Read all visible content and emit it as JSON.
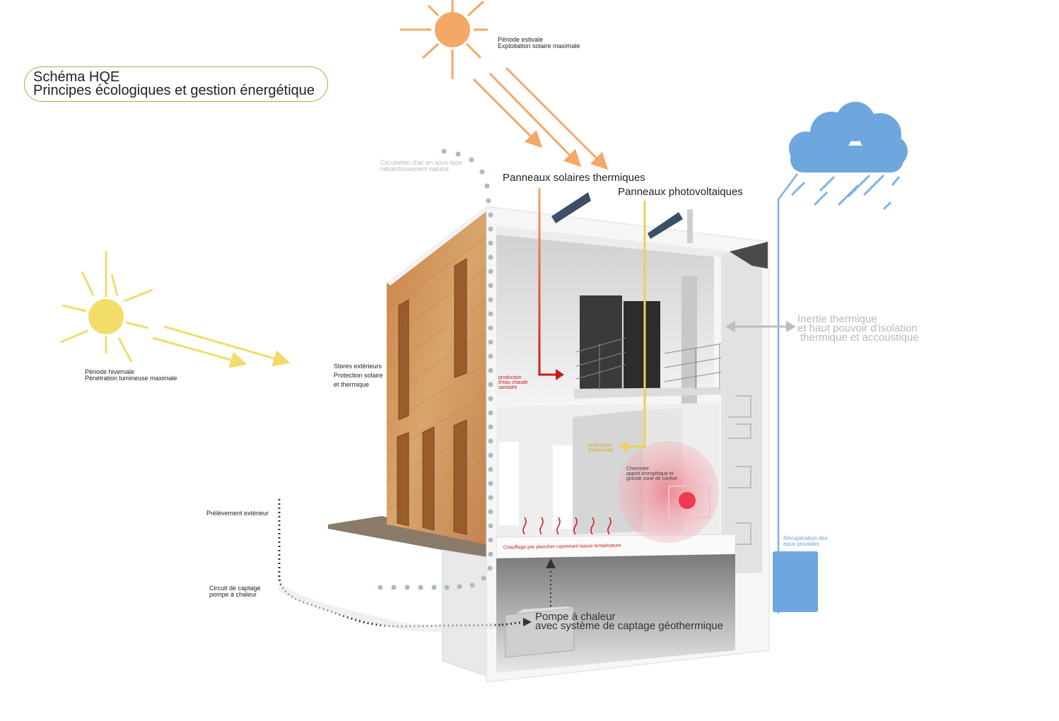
{
  "title": {
    "line1": "Schéma HQE",
    "line2": "Principes écologiques et gestion énergétique"
  },
  "labels": {
    "summer": {
      "line1": "Période estivale",
      "line2": "Exploitation solaire maximale"
    },
    "winter": {
      "line1": "Période hivernale",
      "line2": "Pénétration lumineuse maximale"
    },
    "air_circulation": {
      "line1": "Circulation d'air en sous-face",
      "line2": "rafraîchissement naturel"
    },
    "thermal_panels": "Panneaux solaires thermiques",
    "pv_panels": "Panneaux photovoltaiques",
    "inertia": {
      "line1": "Inertie thermique",
      "line2": "et haut pouvoir d'isolation",
      "line3": "thermique et accoustique"
    },
    "blinds": {
      "line1": "Stores extérieurs",
      "line2": "Protection solaire",
      "line3": "et thermique"
    },
    "hot_water": {
      "line1": "production",
      "line2": "d'eau chaude",
      "line3": "sanitaire"
    },
    "electricity": {
      "line1": "production",
      "line2": "d'électricité"
    },
    "fireplace": {
      "line1": "Cheminée",
      "line2": "apport énergétique et",
      "line3": "grande zone de confort"
    },
    "floor_heating": "Chauffage par plancher rayonnant basse température",
    "outside_intake": "Prélèvement extérieur",
    "capture_circuit": {
      "line1": "Circuit de captage",
      "line2": "pompe à chaleur"
    },
    "heat_pump": {
      "line1": "Pompe à chaleur",
      "line2": "avec système de captage géothermique"
    },
    "rainwater": {
      "line1": "Récupération des",
      "line2": "eaux pluviales"
    }
  },
  "colors": {
    "sun_summer": "#f4a865",
    "sun_winter": "#f2dc6a",
    "cloud": "#6ea7dd",
    "rain": "#7fb2e4",
    "cladding": "#c98a4e",
    "thermal_arrow": "#cc1a1a",
    "pv_arrow": "#f0d050",
    "title_border": "#9ab83b",
    "air_dots": "#a9bcc6"
  }
}
